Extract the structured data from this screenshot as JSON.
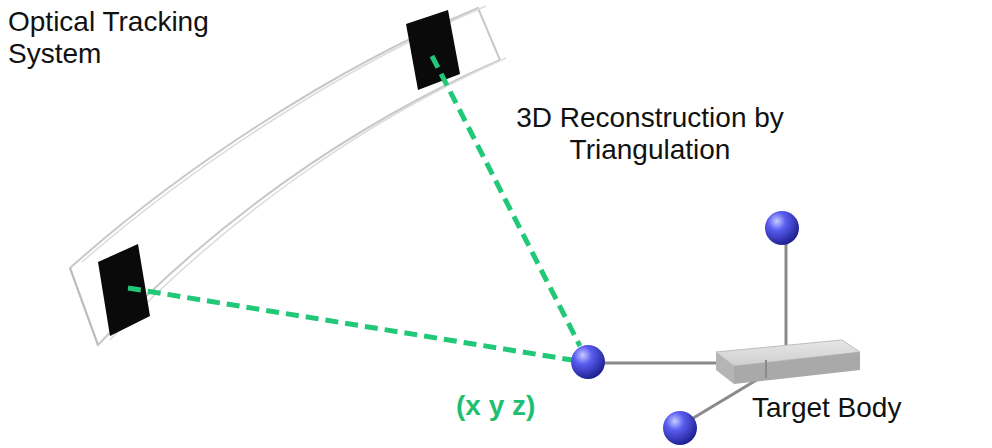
{
  "diagram": {
    "labels": [
      "Optical Tracking System",
      "3D Reconstruction by Triangulation",
      "(x y z)",
      "Target Body"
    ]
  }
}
